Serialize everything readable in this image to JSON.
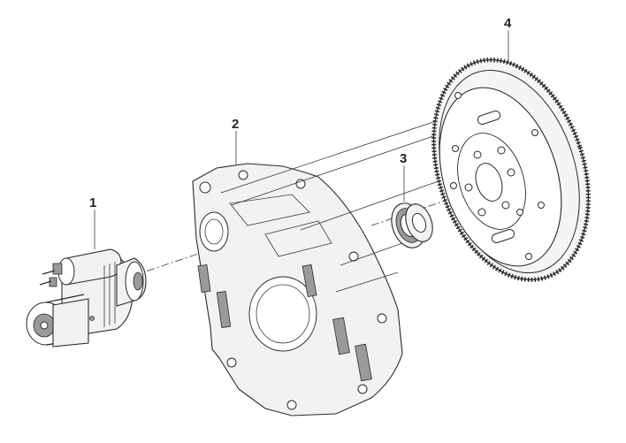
{
  "callouts": {
    "starter": "1",
    "flywheel_housing": "2",
    "bearing": "3",
    "flywheel": "4"
  }
}
